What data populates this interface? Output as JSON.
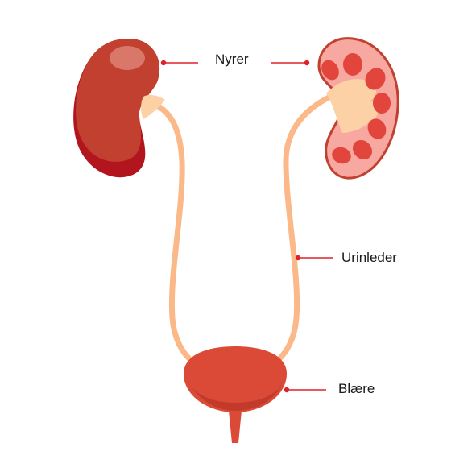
{
  "labels": {
    "kidneys": "Nyrer",
    "ureter": "Urinleder",
    "bladder": "Blære"
  },
  "colors": {
    "kidney_outer": "#c2402f",
    "kidney_shadow": "#b3151f",
    "kidney_highlight": "#d9776a",
    "kidney_section_fill": "#f7a8a0",
    "kidney_section_rim": "#c2402f",
    "pyramid": "#e1453b",
    "pelvis": "#fdd1a6",
    "ureter": "#fbb98a",
    "bladder": "#da4a37",
    "bladder_shadow": "#c43a2a",
    "pointer": "#e0202a"
  }
}
